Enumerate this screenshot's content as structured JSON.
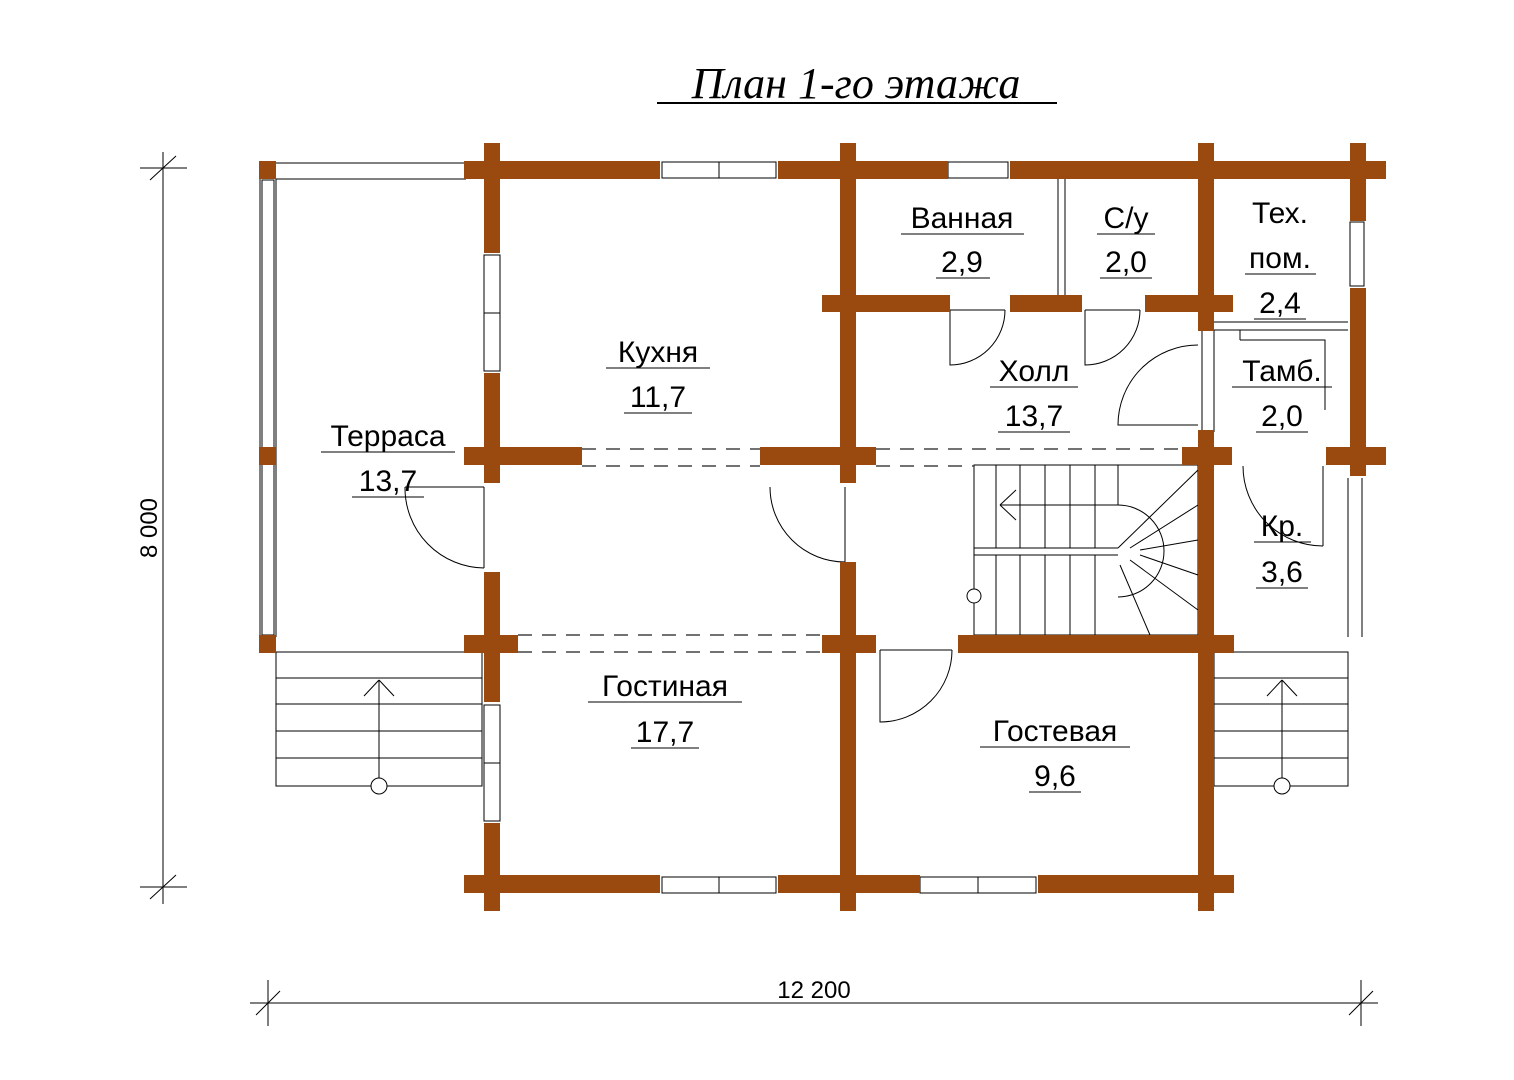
{
  "title": "План 1-го этажа",
  "dimensions": {
    "height": "8 000",
    "width": "12 200"
  },
  "rooms": {
    "terrace": {
      "name": "Терраса",
      "area": "13,7"
    },
    "kitchen": {
      "name": "Кухня",
      "area": "11,7"
    },
    "bath": {
      "name": "Ванная",
      "area": "2,9"
    },
    "wc": {
      "name": "С/у",
      "area": "2,0"
    },
    "tech": {
      "name1": "Тех.",
      "name2": "пом.",
      "area": "2,4"
    },
    "hall": {
      "name": "Холл",
      "area": "13,7"
    },
    "vestibule": {
      "name": "Тамб.",
      "area": "2,0"
    },
    "porch": {
      "name": "Кр.",
      "area": "3,6"
    },
    "living": {
      "name": "Гостиная",
      "area": "17,7"
    },
    "guest": {
      "name": "Гостевая",
      "area": "9,6"
    }
  },
  "colors": {
    "wall": "#9a4a0e",
    "line": "#000000",
    "background": "#ffffff"
  }
}
